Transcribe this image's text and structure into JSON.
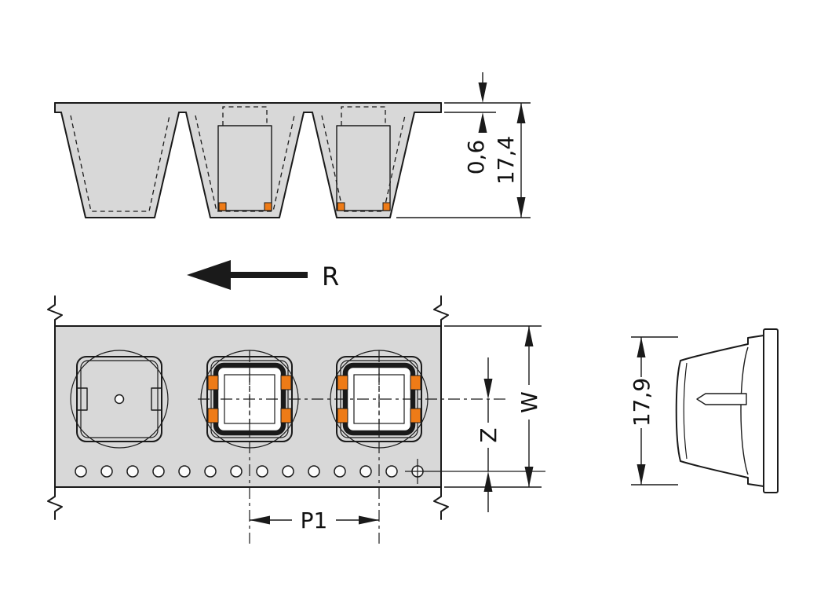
{
  "diagram": {
    "section_view": {
      "tape_thickness": "0,6",
      "pocket_depth": "17,4"
    },
    "plan_view": {
      "unreel_direction": "R",
      "tape_width": "W",
      "sprocket_offset": "Z",
      "pocket_pitch": "P1"
    },
    "side_view": {
      "component_height": "17,9"
    },
    "colors": {
      "background": "#ffffff",
      "tape_fill": "#d8d8d8",
      "component_fill": "#6e6e6e",
      "contact_orange": "#ee7b17",
      "line_color": "#1a1a1a"
    }
  }
}
